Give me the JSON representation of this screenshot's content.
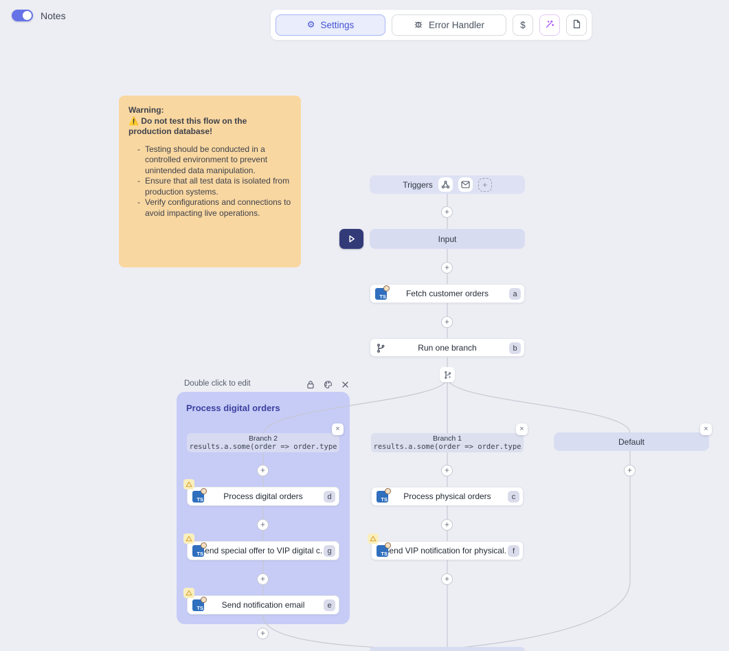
{
  "colors": {
    "accent_indigo": "#6673e6",
    "settings_blue": "#4553d6",
    "group_bg": "#c6ccf6",
    "note_bg": "#f9d7a1",
    "wand_purple": "#a855f7",
    "warning_yellow": "#f9efbe",
    "canvas_bg": "#edeef4"
  },
  "topbar": {
    "notes_label": "Notes",
    "settings_label": "Settings",
    "error_handler_label": "Error Handler",
    "dollar_label": "$"
  },
  "note": {
    "title": "Warning:",
    "alert_icon": "⚠️",
    "alert": "Do not test this flow on the production database!",
    "items": [
      "Testing should be conducted in a controlled environment to prevent unintended data manipulation.",
      "Ensure that all test data is isolated from production systems.",
      "Verify configurations and connections to avoid impacting live operations."
    ]
  },
  "flow": {
    "triggers_label": "Triggers",
    "input_label": "Input",
    "steps": {
      "fetch": {
        "label": "Fetch customer orders",
        "badge": "a"
      },
      "branch": {
        "label": "Run one branch",
        "badge": "b"
      }
    },
    "group": {
      "edit_hint": "Double click to edit",
      "title": "Process digital orders"
    },
    "branches": {
      "branch2": {
        "title": "Branch 2",
        "condition": "results.a.some(order => order.type"
      },
      "branch1": {
        "title": "Branch 1",
        "condition": "results.a.some(order => order.type"
      },
      "default": {
        "title": "Default"
      }
    },
    "branch2_steps": [
      {
        "label": "Process digital orders",
        "badge": "d"
      },
      {
        "label": "Send special offer to VIP digital c...",
        "badge": "g"
      },
      {
        "label": "Send notification email",
        "badge": "e"
      }
    ],
    "branch1_steps": [
      {
        "label": "Process physical orders",
        "badge": "c"
      },
      {
        "label": "Send VIP notification for physical...",
        "badge": "f"
      }
    ],
    "plus_label": "+",
    "close_label": "×"
  }
}
